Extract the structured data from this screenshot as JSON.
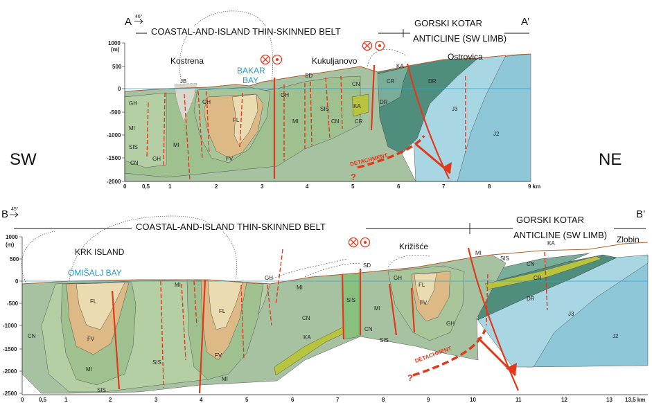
{
  "orientation": {
    "left": "SW",
    "right": "NE"
  },
  "colors": {
    "gh": "#a9c69a",
    "mi": "#9fc08f",
    "sis": "#b5cfa4",
    "cn": "#a6c2a0",
    "fl": "#eadcb0",
    "fv": "#ddb985",
    "ka": "#b8c43d",
    "cr": "#79ad9a",
    "dr": "#4f8e7d",
    "j3": "#a8d6e2",
    "j2": "#8ec7d8",
    "fault": "#e2381b",
    "sea": "#2aa6da"
  },
  "section_a": {
    "label": "A",
    "label_end": "A’",
    "azimuth": "46°",
    "belt": "COASTAL-AND-ISLAND THIN-SKINNED BELT",
    "anticline_line1": "GORSKI KOTAR",
    "anticline_line2": "ANTICLINE (SW LIMB)",
    "unit": "(m)",
    "y_ticks": [
      "1000",
      "500",
      "0",
      "-500",
      "-1000",
      "-1500",
      "-2000"
    ],
    "x_ticks": [
      "0",
      "0,5",
      "1",
      "2",
      "3",
      "4",
      "5",
      "6",
      "7",
      "8",
      "9 km"
    ],
    "places": [
      "Kostrena",
      "Kukuljanovo",
      "Ostrovica"
    ],
    "bay_line1": "BAKAR",
    "bay_line2": "BAY",
    "detachment": "DETACHMENT",
    "question": "?",
    "units": [
      "GH",
      "MI",
      "SIS",
      "CN",
      "GH",
      "MI",
      "JB",
      "GH",
      "FL",
      "FV",
      "GH",
      "MI",
      "SD",
      "SIS",
      "CN",
      "CN",
      "KA",
      "CR",
      "KA",
      "CR",
      "DR",
      "DR",
      "J3",
      "J2"
    ]
  },
  "section_b": {
    "label": "B",
    "label_end": "B’",
    "azimuth": "45°",
    "belt": "COASTAL-AND-ISLAND THIN-SKINNED BELT",
    "anticline_line1": "GORSKI KOTAR",
    "anticline_line2": "ANTICLINE (SW LIMB)",
    "unit": "(m)",
    "y_ticks": [
      "1000",
      "500",
      "0",
      "-500",
      "-1000",
      "-1500",
      "-2000",
      "-2500"
    ],
    "x_ticks": [
      "0",
      "0,5",
      "1",
      "2",
      "3",
      "4",
      "5",
      "6",
      "7",
      "8",
      "9",
      "10",
      "11",
      "12",
      "13",
      "13,5 km"
    ],
    "places": [
      "KRK ISLAND",
      "Križišće",
      "Zlobin"
    ],
    "bay": "OMIŠALJ BAY",
    "detachment": "DETACHMENT",
    "question": "?",
    "units": [
      "CN",
      "FL",
      "FV",
      "MI",
      "SIS",
      "MI",
      "FL",
      "FV",
      "MI",
      "SIS",
      "GH",
      "MI",
      "CN",
      "KA",
      "SIS",
      "MI",
      "CN",
      "SIS",
      "SD",
      "GH",
      "FL",
      "FV",
      "GH",
      "MI",
      "SIS",
      "CN",
      "CR",
      "DR",
      "KA",
      "J3",
      "J2"
    ]
  }
}
